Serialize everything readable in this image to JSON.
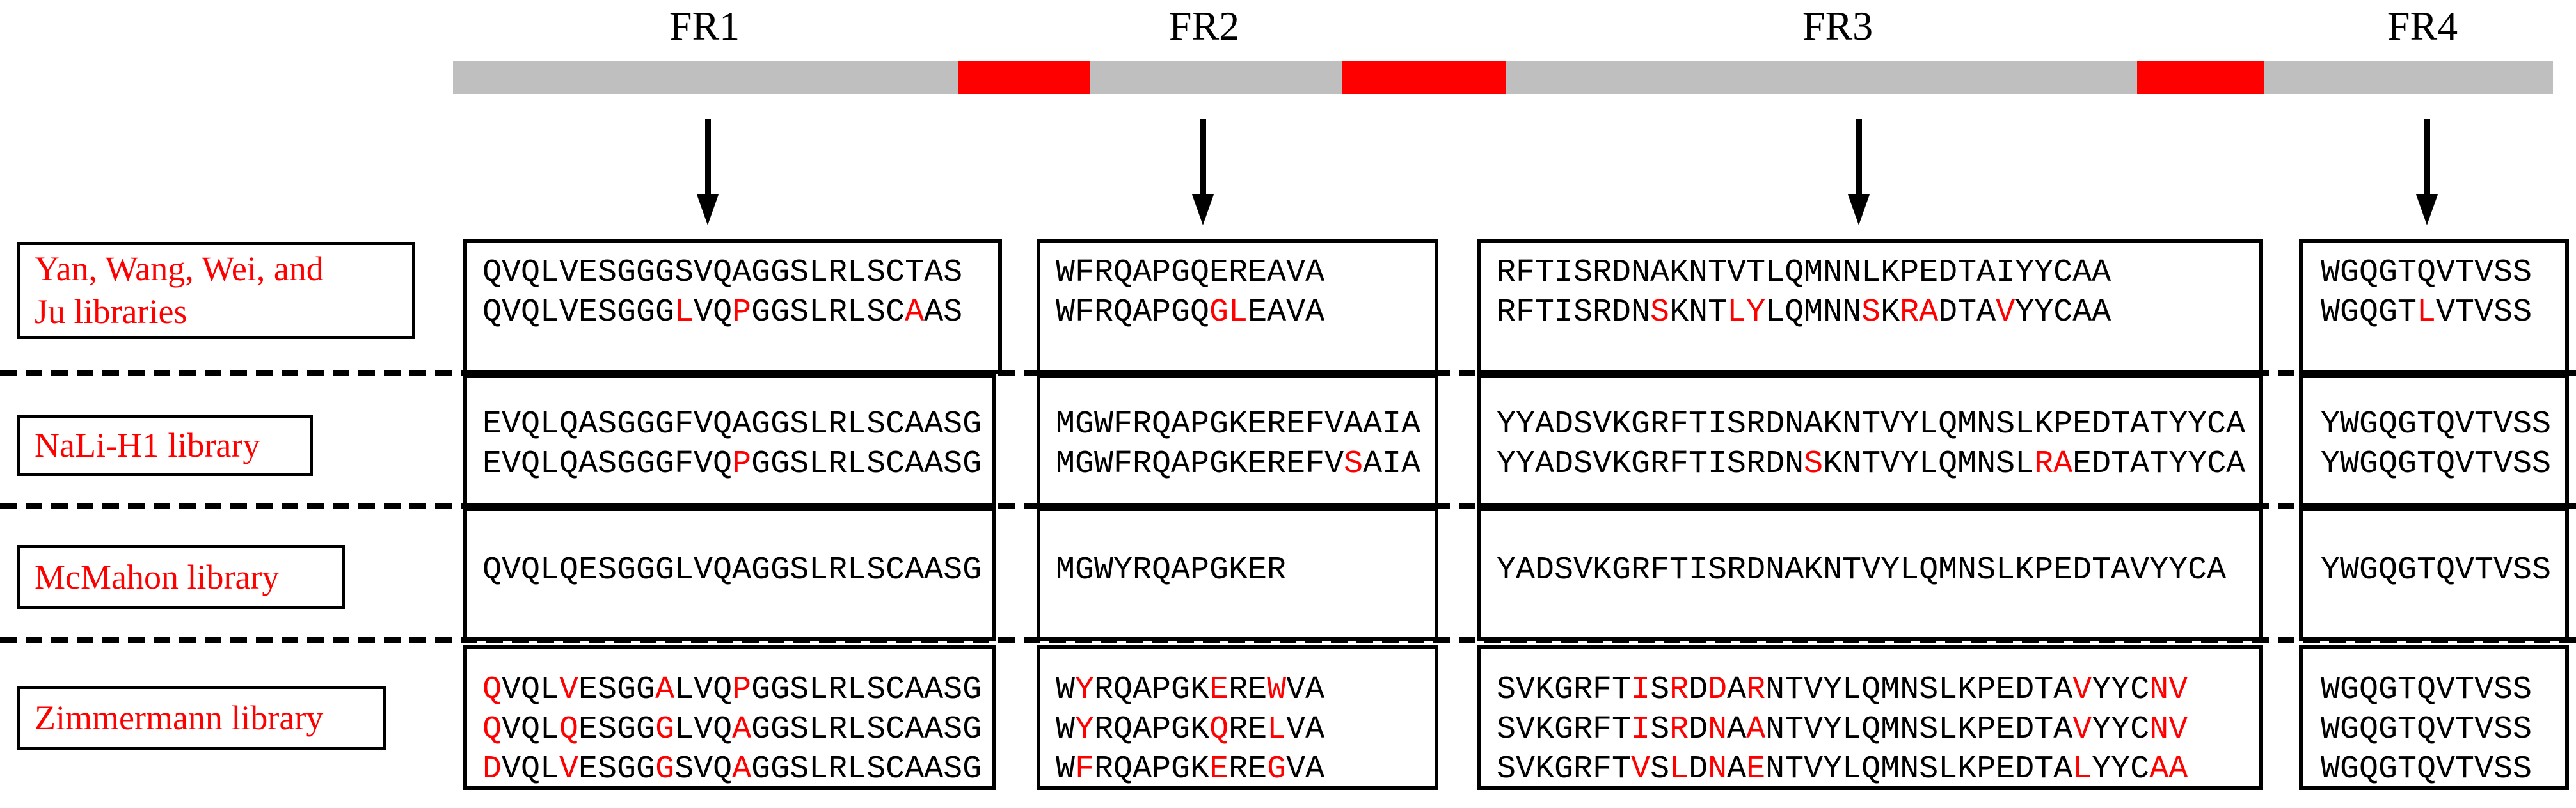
{
  "colors": {
    "highlight": "#ff0000",
    "bar_gray": "#bfbfbf",
    "ink": "#000000",
    "library_label_text": "#ff0000"
  },
  "header": {
    "regions": [
      {
        "label": "FR1"
      },
      {
        "label": "FR2"
      },
      {
        "label": "FR3"
      },
      {
        "label": "FR4"
      }
    ]
  },
  "rows": [
    {
      "library": "Yan, Wang, Wei, and Ju libraries",
      "display_lines": [
        "Yan, Wang, Wei, and",
        "Ju libraries"
      ],
      "boxes": [
        {
          "region": "FR1",
          "lines": [
            {
              "text": "QVQLVESGGGSVQAGGSLRLSCTAS",
              "red": []
            },
            {
              "text": "QVQLVESGGGLVQPGGSLRLSCAAS",
              "red": [
                10,
                13,
                22
              ]
            }
          ]
        },
        {
          "region": "FR2",
          "lines": [
            {
              "text": "WFRQAPGQEREAVA",
              "red": []
            },
            {
              "text": "WFRQAPGQGLEAVA",
              "red": [
                8,
                9
              ]
            }
          ]
        },
        {
          "region": "FR3",
          "lines": [
            {
              "text": "RFTISRDNAKNTVTLQMNNLKPEDTAIYYCAA",
              "red": []
            },
            {
              "text": "RFTISRDNSKNTLYLQMNNSKRADTAVYYCAA",
              "red": [
                8,
                12,
                13,
                19,
                21,
                22,
                26
              ]
            }
          ]
        },
        {
          "region": "FR4",
          "lines": [
            {
              "text": "WGQGTQVTVSS",
              "red": []
            },
            {
              "text": "WGQGTLVTVSS",
              "red": [
                5
              ]
            }
          ]
        }
      ]
    },
    {
      "library": "NaLi-H1 library",
      "display_lines": [
        "NaLi-H1 library"
      ],
      "boxes": [
        {
          "region": "FR1",
          "lines": [
            {
              "text": "EVQLQASGGGFVQAGGSLRLSCAASG",
              "red": []
            },
            {
              "text": "EVQLQASGGGFVQPGGSLRLSCAASG",
              "red": [
                13
              ]
            }
          ]
        },
        {
          "region": "FR2",
          "lines": [
            {
              "text": "MGWFRQAPGKEREFVAAIA",
              "red": []
            },
            {
              "text": "MGWFRQAPGKEREFVSAIA",
              "red": [
                15
              ]
            }
          ]
        },
        {
          "region": "FR3",
          "lines": [
            {
              "text": "YYADSVKGRFTISRDNAKNTVYLQMNSLKPEDTATYYCA",
              "red": []
            },
            {
              "text": "YYADSVKGRFTISRDNSKNTVYLQMNSLRAEDTATYYCA",
              "red": [
                16,
                28,
                29
              ]
            }
          ]
        },
        {
          "region": "FR4",
          "lines": [
            {
              "text": "YWGQGTQVTVSS",
              "red": []
            },
            {
              "text": "YWGQGTQVTVSS",
              "red": []
            }
          ]
        }
      ]
    },
    {
      "library": "McMahon library",
      "display_lines": [
        "McMahon library"
      ],
      "boxes": [
        {
          "region": "FR1",
          "lines": [
            {
              "text": "QVQLQESGGGLVQAGGSLRLSCAASG",
              "red": []
            }
          ]
        },
        {
          "region": "FR2",
          "lines": [
            {
              "text": "MGWYRQAPGKER",
              "red": []
            }
          ]
        },
        {
          "region": "FR3",
          "lines": [
            {
              "text": "YADSVKGRFTISRDNAKNTVYLQMNSLKPEDTAVYYCA",
              "red": []
            }
          ]
        },
        {
          "region": "FR4",
          "lines": [
            {
              "text": "YWGQGTQVTVSS",
              "red": []
            }
          ]
        }
      ]
    },
    {
      "library": "Zimmermann library",
      "display_lines": [
        "Zimmermann library"
      ],
      "boxes": [
        {
          "region": "FR1",
          "lines": [
            {
              "text": "QVQLVESGGALVQPGGSLRLSCAASG",
              "red": [
                0,
                4,
                9,
                13
              ]
            },
            {
              "text": "QVQLQESGGGLVQAGGSLRLSCAASG",
              "red": [
                0,
                4,
                9,
                13
              ]
            },
            {
              "text": "DVQLVESGGGSVQAGGSLRLSCAASG",
              "red": [
                0,
                4,
                9,
                13
              ]
            }
          ]
        },
        {
          "region": "FR2",
          "lines": [
            {
              "text": "WYRQAPGKEREWVA",
              "red": [
                1,
                8,
                11
              ]
            },
            {
              "text": "WYRQAPGKQRELVA",
              "red": [
                1,
                8,
                11
              ]
            },
            {
              "text": "WFRQAPGKEREGVA",
              "red": [
                1,
                8,
                11
              ]
            }
          ]
        },
        {
          "region": "FR3",
          "lines": [
            {
              "text": "SVKGRFTISRDDARNTVYLQMNSLKPEDTAVYYCNV",
              "red": [
                7,
                9,
                11,
                13,
                30,
                34,
                35
              ]
            },
            {
              "text": "SVKGRFTISRDNAANTVYLQMNSLKPEDTAVYYCNV",
              "red": [
                7,
                9,
                11,
                13,
                30,
                34,
                35
              ]
            },
            {
              "text": "SVKGRFTVSLDNAENTVYLQMNSLKPEDTALYYCAA",
              "red": [
                7,
                9,
                11,
                13,
                30,
                34,
                35
              ]
            }
          ]
        },
        {
          "region": "FR4",
          "lines": [
            {
              "text": "WGQGTQVTVSS",
              "red": []
            },
            {
              "text": "WGQGTQVTVSS",
              "red": []
            },
            {
              "text": "WGQGTQVTVSS",
              "red": []
            }
          ]
        }
      ]
    }
  ]
}
